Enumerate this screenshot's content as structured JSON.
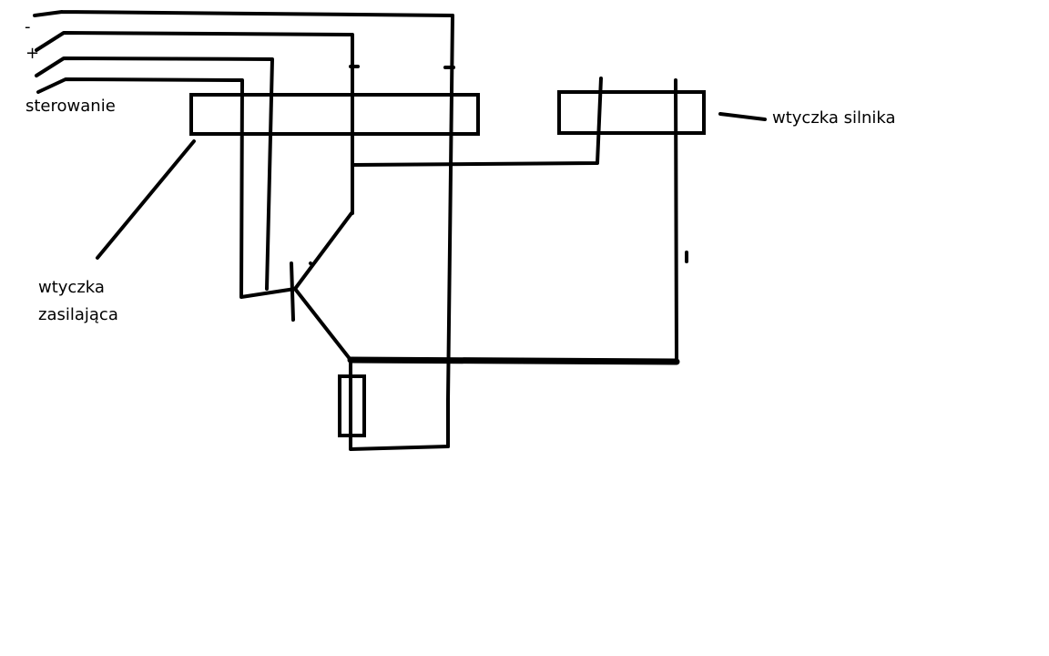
{
  "labels": {
    "minus": "-",
    "plus": "+",
    "control": "sterowanie",
    "motor_plug": "wtyczka silnika",
    "power_plug_line1": "wtyczka",
    "power_plug_line2": "zasilająca"
  },
  "colors": {
    "background": "#ffffff",
    "ink": "#000000"
  }
}
